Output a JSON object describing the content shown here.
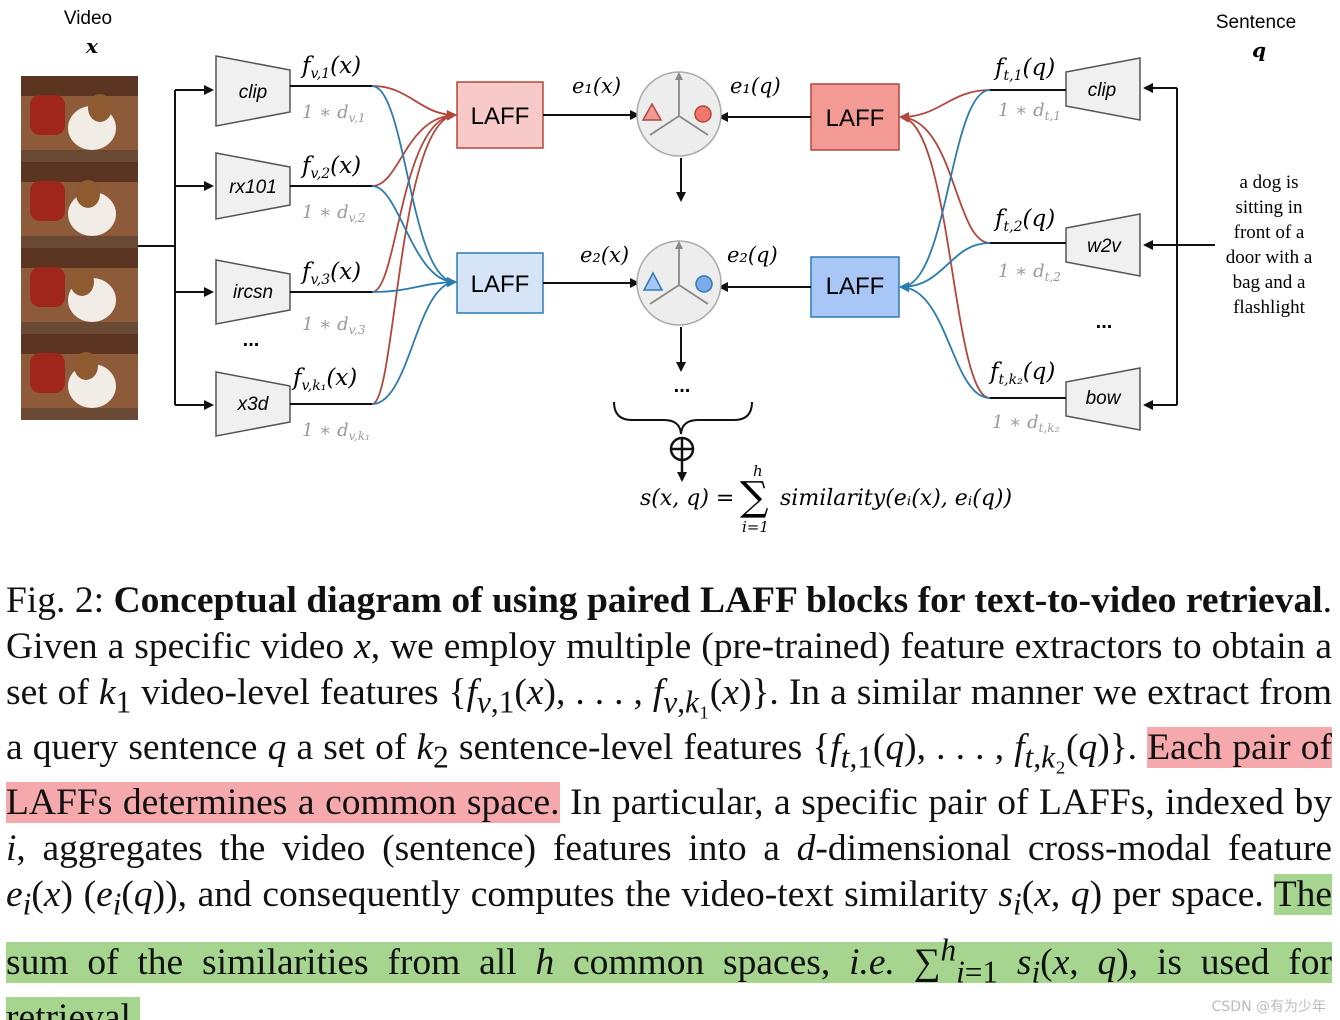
{
  "video": {
    "title": "Video",
    "var": "x"
  },
  "sentence": {
    "title": "Sentence",
    "var": "q",
    "text_lines": [
      "a dog is",
      "sitting in",
      "front of a",
      "door with a",
      "bag and a",
      "flashlight"
    ]
  },
  "video_extractors": [
    {
      "name": "clip",
      "feat": "f",
      "sub": "v,1",
      "arg": "(x)",
      "dim": "1 ∗ d",
      "dim_sub": "v,1"
    },
    {
      "name": "rx101",
      "feat": "f",
      "sub": "v,2",
      "arg": "(x)",
      "dim": "1 ∗ d",
      "dim_sub": "v,2"
    },
    {
      "name": "ircsn",
      "feat": "f",
      "sub": "v,3",
      "arg": "(x)",
      "dim": "1 ∗ d",
      "dim_sub": "v,3"
    },
    {
      "name": "x3d",
      "feat": "f",
      "sub": "v,k₁",
      "arg": "(x)",
      "dim": "1 ∗ d",
      "dim_sub": "v,k₁"
    }
  ],
  "text_extractors": [
    {
      "name": "clip",
      "feat": "f",
      "sub": "t,1",
      "arg": "(q)",
      "dim": "1 ∗ d",
      "dim_sub": "t,1"
    },
    {
      "name": "w2v",
      "feat": "f",
      "sub": "t,2",
      "arg": "(q)",
      "dim": "1 ∗ d",
      "dim_sub": "t,2"
    },
    {
      "name": "bow",
      "feat": "f",
      "sub": "t,k₂",
      "arg": "(q)",
      "dim": "1 ∗ d",
      "dim_sub": "t,k₂"
    }
  ],
  "ellipsis": "...",
  "laff_label": "LAFF",
  "embeddings": {
    "e1x": "e₁(x)",
    "e1q": "e₁(q)",
    "e2x": "e₂(x)",
    "e2q": "e₂(q)"
  },
  "formula": {
    "lhs": "s(x, q) = ",
    "sum": "∑",
    "upper": "h",
    "lower": "i=1",
    "rhs": "similarity(eᵢ(x), eᵢ(q))"
  },
  "colors": {
    "red_dark": "#b2473c",
    "red_light": "#f7c9c9",
    "red_mid": "#f29a93",
    "blue_dark": "#2b7bb0",
    "blue_light": "#d5e5f7",
    "blue_mid": "#a9c7f6",
    "hl_red": "#f6a9ad",
    "hl_green": "#a6d58f"
  },
  "caption": {
    "fig": "Fig. 2: ",
    "bold": "Conceptual diagram of using paired LAFF blocks for text-to-video retrieval",
    "p1": ". Given a specific video ",
    "p2": ", we employ multiple (pre-trained) feature extractors to obtain a set of ",
    "p3": " video-level features {",
    "p4": "}. In a similar manner we extract from a query sentence ",
    "p5": " a set of ",
    "p6": " sentence-level features {",
    "p7": "}. ",
    "hl_red": "Each pair of LAFFs determines a common space.",
    "p8": " In particular, a specific pair of LAFFs, indexed by ",
    "p9": ", aggregates the video (sentence) features into a ",
    "p10": "-dimensional cross-modal feature ",
    "p11": ", and consequently computes the video-text similarity ",
    "p12": " per space. ",
    "hl_green": "The sum of the similarities from all ",
    "p13": " common spaces, ",
    "ie": "i.e.",
    "p14": ", is used for retrieval."
  },
  "watermark": "CSDN @有为少年"
}
